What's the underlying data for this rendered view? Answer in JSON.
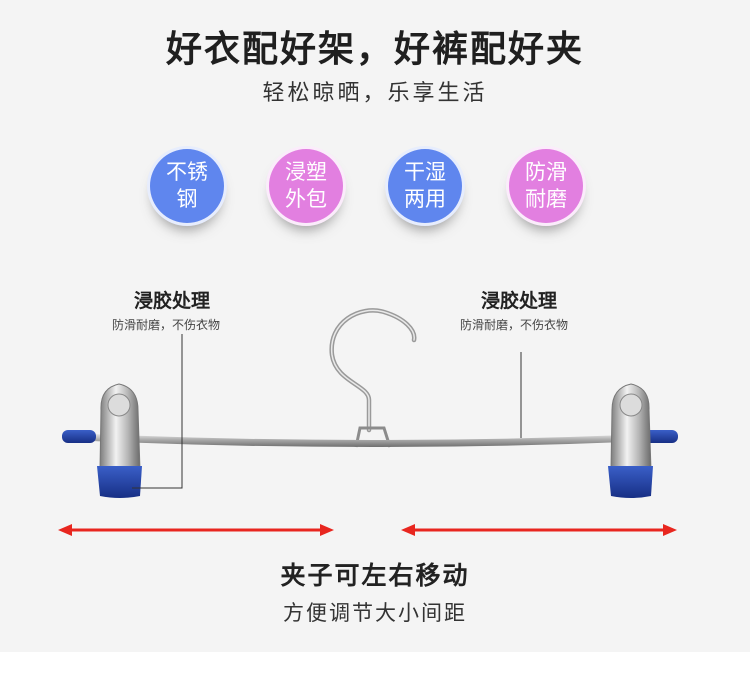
{
  "header": {
    "title": "好衣配好架，好裤配好夹",
    "subtitle": "轻松晾晒，乐享生活"
  },
  "badges": [
    {
      "label": "不锈钢",
      "color": "#5f86ee"
    },
    {
      "label": "浸塑外包",
      "color": "#e27fe0"
    },
    {
      "label": "干湿两用",
      "color": "#5f86ee"
    },
    {
      "label": "防滑耐磨",
      "color": "#e27fe0"
    }
  ],
  "callouts": {
    "left": {
      "title": "浸胶处理",
      "desc": "防滑耐磨，不伤衣物"
    },
    "right": {
      "title": "浸胶处理",
      "desc": "防滑耐磨，不伤衣物"
    }
  },
  "footer": {
    "title": "夹子可左右移动",
    "subtitle": "方便调节大小间距"
  },
  "colors": {
    "arrow": "#e8261f",
    "clip_cap": "#1f3fa0"
  }
}
